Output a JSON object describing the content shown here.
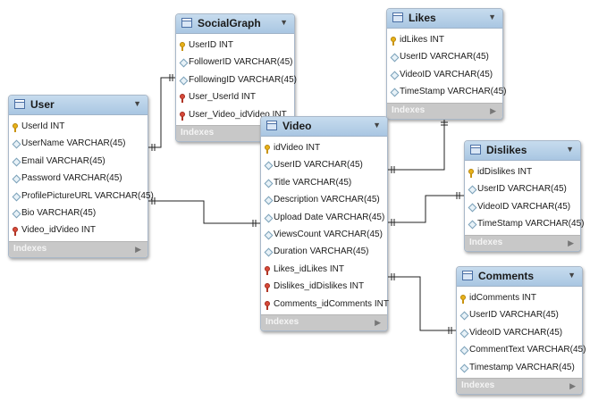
{
  "tables": [
    {
      "id": "user",
      "title": "User",
      "footer": "Indexes",
      "columns": [
        {
          "text": "UserId INT",
          "icon": "key"
        },
        {
          "text": "UserName VARCHAR(45)",
          "icon": "diamond"
        },
        {
          "text": "Email VARCHAR(45)",
          "icon": "diamond"
        },
        {
          "text": "Password VARCHAR(45)",
          "icon": "diamond"
        },
        {
          "text": "ProfilePictureURL VARCHAR(45)",
          "icon": "diamond"
        },
        {
          "text": "Bio VARCHAR(45)",
          "icon": "diamond"
        },
        {
          "text": "Video_idVideo INT",
          "icon": "fk"
        }
      ]
    },
    {
      "id": "socialgraph",
      "title": "SocialGraph",
      "footer": "Indexes",
      "columns": [
        {
          "text": "UserID INT",
          "icon": "key"
        },
        {
          "text": "FollowerID VARCHAR(45)",
          "icon": "diamond"
        },
        {
          "text": "FollowingID VARCHAR(45)",
          "icon": "diamond"
        },
        {
          "text": "User_UserId INT",
          "icon": "fk"
        },
        {
          "text": "User_Video_idVideo INT",
          "icon": "fk"
        }
      ]
    },
    {
      "id": "likes",
      "title": "Likes",
      "footer": "Indexes",
      "columns": [
        {
          "text": "idLikes INT",
          "icon": "key"
        },
        {
          "text": "UserID VARCHAR(45)",
          "icon": "diamond"
        },
        {
          "text": "VideoID VARCHAR(45)",
          "icon": "diamond"
        },
        {
          "text": "TimeStamp VARCHAR(45)",
          "icon": "diamond"
        }
      ]
    },
    {
      "id": "video",
      "title": "Video",
      "footer": "Indexes",
      "columns": [
        {
          "text": "idVideo INT",
          "icon": "key"
        },
        {
          "text": "UserID VARCHAR(45)",
          "icon": "diamond"
        },
        {
          "text": "Title VARCHAR(45)",
          "icon": "diamond"
        },
        {
          "text": "Description VARCHAR(45)",
          "icon": "diamond"
        },
        {
          "text": "Upload Date VARCHAR(45)",
          "icon": "diamond"
        },
        {
          "text": "ViewsCount VARCHAR(45)",
          "icon": "diamond"
        },
        {
          "text": "Duration VARCHAR(45)",
          "icon": "diamond"
        },
        {
          "text": "Likes_idLikes INT",
          "icon": "fk"
        },
        {
          "text": "Dislikes_idDislikes INT",
          "icon": "fk"
        },
        {
          "text": "Comments_idComments INT",
          "icon": "fk"
        }
      ]
    },
    {
      "id": "dislikes",
      "title": "Dislikes",
      "footer": "Indexes",
      "columns": [
        {
          "text": "idDislikes INT",
          "icon": "key"
        },
        {
          "text": "UserID VARCHAR(45)",
          "icon": "diamond"
        },
        {
          "text": "VideoID VARCHAR(45)",
          "icon": "diamond"
        },
        {
          "text": "TimeStamp VARCHAR(45)",
          "icon": "diamond"
        }
      ]
    },
    {
      "id": "comments",
      "title": "Comments",
      "footer": "Indexes",
      "columns": [
        {
          "text": "idComments INT",
          "icon": "key"
        },
        {
          "text": "UserID VARCHAR(45)",
          "icon": "diamond"
        },
        {
          "text": "VideoID VARCHAR(45)",
          "icon": "diamond"
        },
        {
          "text": "CommentText VARCHAR(45)",
          "icon": "diamond"
        },
        {
          "text": "Timestamp VARCHAR(45)",
          "icon": "diamond"
        }
      ]
    }
  ],
  "relationships": [
    {
      "from": "user",
      "to": "socialgraph"
    },
    {
      "from": "user",
      "to": "video"
    },
    {
      "from": "video",
      "to": "likes"
    },
    {
      "from": "video",
      "to": "dislikes"
    },
    {
      "from": "video",
      "to": "comments"
    }
  ],
  "colors": {
    "header": "#a9c6e2",
    "footer": "#c8c8c8",
    "connector": "#222222"
  }
}
